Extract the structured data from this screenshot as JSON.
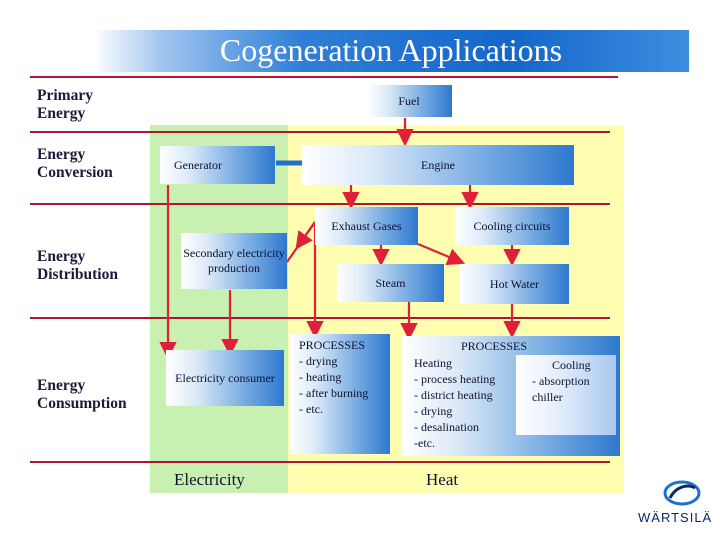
{
  "title": "Cogeneration Applications",
  "rows": {
    "primary": "Primary Energy",
    "conversion": "Energy Conversion",
    "distribution": "Energy Distribution",
    "consumption": "Energy Consumption"
  },
  "nodes": {
    "fuel": "Fuel",
    "generator": "Generator",
    "engine": "Engine",
    "exhaust": "Exhaust Gases",
    "cooling": "Cooling circuits",
    "secondary": "Secondary electricity production",
    "steam": "Steam",
    "hot_water": "Hot Water",
    "consumer": "Electricity consumer"
  },
  "processes_left": {
    "title": "PROCESSES",
    "items": [
      "- drying",
      "- heating",
      "- after burning",
      "- etc."
    ]
  },
  "processes_right": {
    "title": "PROCESSES",
    "heating_title": "Heating",
    "heating_items": [
      "- process heating",
      "- district heating",
      "- drying",
      "- desalination",
      "-etc."
    ],
    "cooling_title": "Cooling",
    "cooling_items": [
      "- absorption",
      "chiller"
    ]
  },
  "outputs": {
    "electricity": "Electricity",
    "heat": "Heat"
  },
  "logo": {
    "text": "WÄRTSILÄ"
  },
  "colors": {
    "line": "#b01535",
    "arrow": "#e0203a",
    "link": "#1f6fcc",
    "green": "#c8f0b0",
    "yellow": "#fffdb0"
  }
}
